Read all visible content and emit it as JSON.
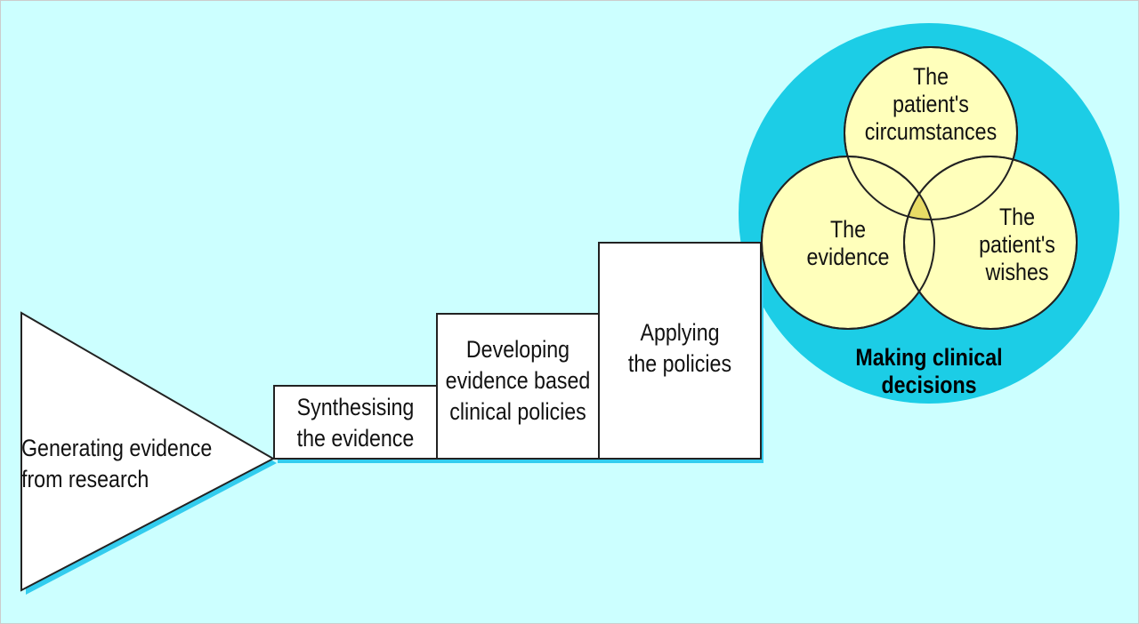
{
  "colors": {
    "background": "#ccffff",
    "shadow": "#33ccee",
    "outer_circle": "#1ccde6",
    "venn_fill": "#ffffbb",
    "venn_center": "#e8dc66",
    "stroke": "#222222"
  },
  "steps": {
    "generating": "Generating evidence\nfrom research",
    "synthesising": "Synthesising\nthe evidence",
    "developing": "Developing\nevidence based\nclinical policies",
    "applying": "Applying\nthe policies"
  },
  "venn": {
    "circumstances": "The\npatient's\ncircumstances",
    "evidence": "The\nevidence",
    "wishes": "The\npatient's\nwishes",
    "caption": "Making clinical\ndecisions"
  }
}
